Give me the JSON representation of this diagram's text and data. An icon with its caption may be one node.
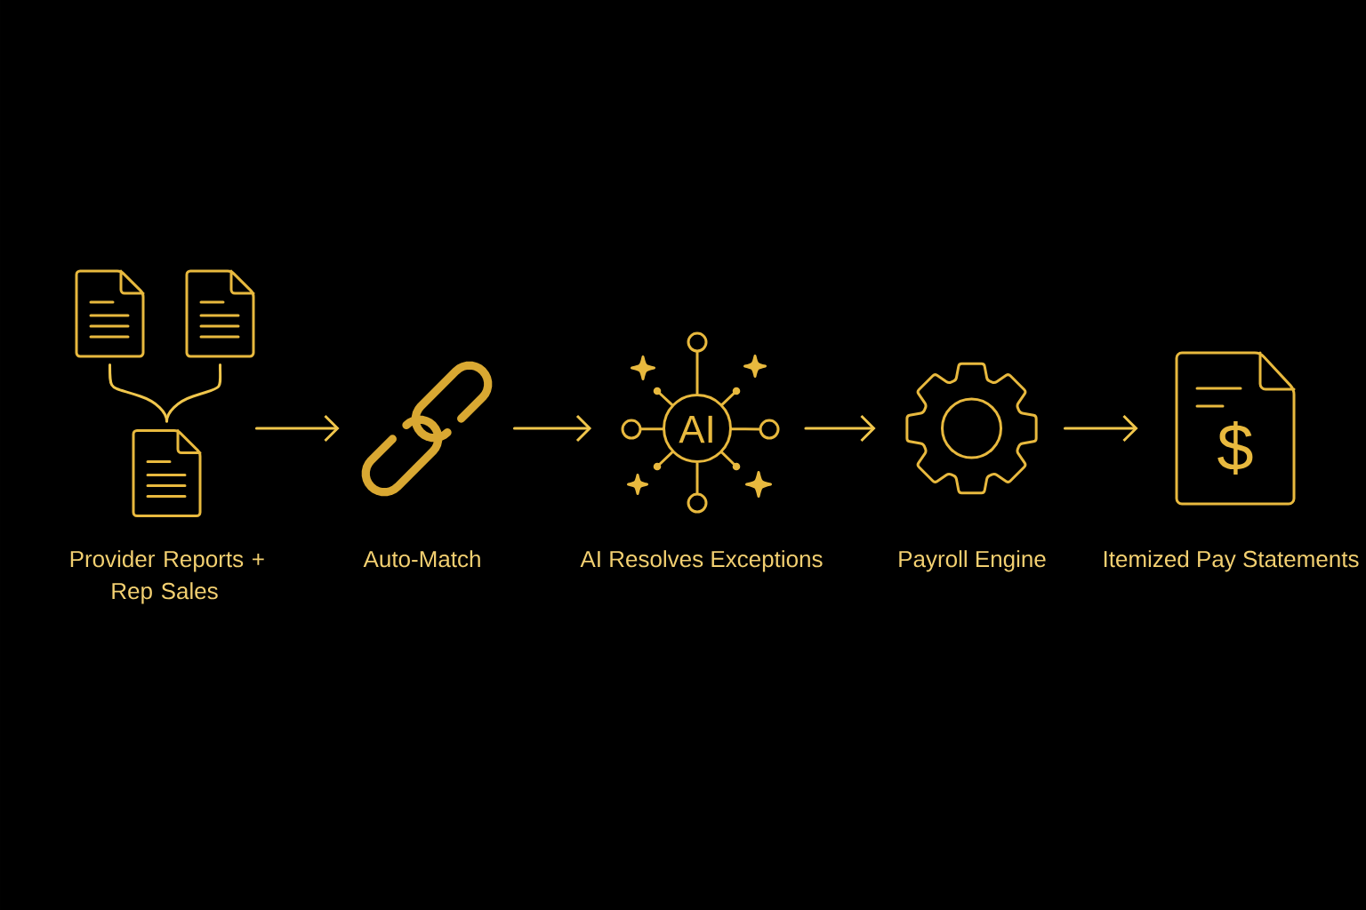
{
  "diagram": {
    "nodes": [
      {
        "text": [
          "Provider Reports + Rep Sales"
        ]
      },
      {
        "text": [],
        "shape": "document",
        "in": 0
      },
      {
        "text": [],
        "shape": "document",
        "in": 0
      },
      {
        "text": [],
        "shape": "document",
        "in": 0
      },
      {
        "text": [
          "Auto-Match"
        ]
      },
      {
        "text": [
          "AI",
          "AI Resolves Exceptions"
        ]
      },
      {
        "text": [
          "Payroll Engine"
        ]
      },
      {
        "text": [
          "$",
          "Itemized Pay Statements"
        ]
      }
    ],
    "edges": [
      {
        "from": 1,
        "to": 3,
        "arrow": "none"
      },
      {
        "from": 2,
        "to": 3,
        "arrow": "none"
      },
      {
        "from": 0,
        "to": 4,
        "arrow": "to"
      },
      {
        "from": 4,
        "to": 5,
        "arrow": "to"
      },
      {
        "from": 5,
        "to": 6,
        "arrow": "to"
      },
      {
        "from": 6,
        "to": 7,
        "arrow": "to"
      }
    ]
  }
}
